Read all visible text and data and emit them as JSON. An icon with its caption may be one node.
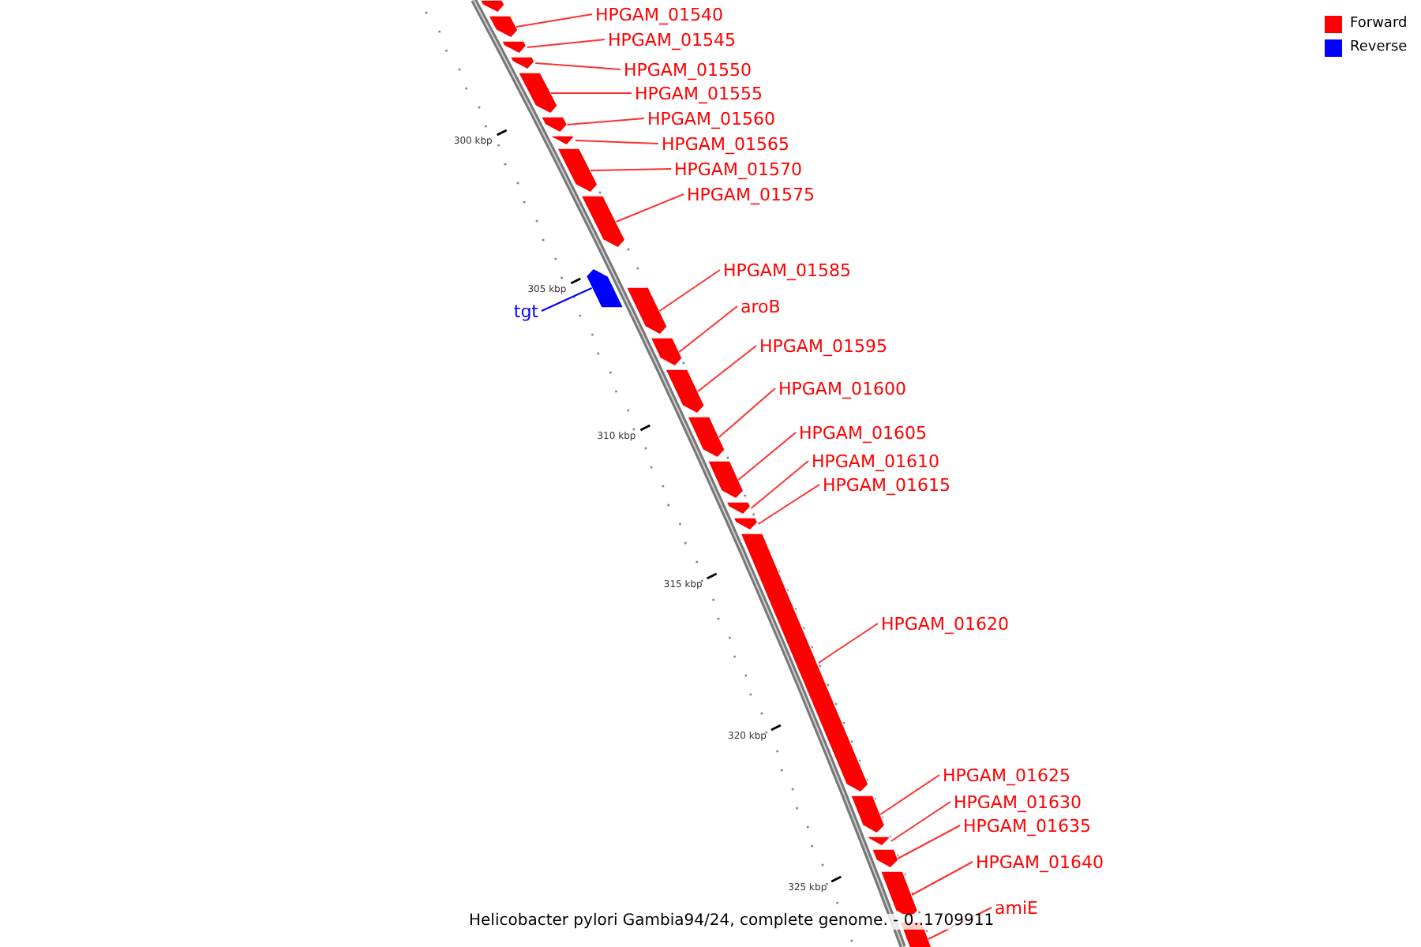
{
  "diagram": {
    "caption": "Helicobacter pylori Gambia94/24, complete genome. - 0..1709911",
    "nodes": [
      {
        "text": [
          "HPGAM_01540"
        ]
      },
      {
        "text": [
          "HPGAM_01545"
        ]
      },
      {
        "text": [
          "HPGAM_01550"
        ]
      },
      {
        "text": [
          "HPGAM_01555"
        ]
      },
      {
        "text": [
          "HPGAM_01560"
        ]
      },
      {
        "text": [
          "HPGAM_01565"
        ]
      },
      {
        "text": [
          "HPGAM_01570"
        ]
      },
      {
        "text": [
          "HPGAM_01575"
        ]
      },
      {
        "text": [
          "HPGAM_01585"
        ]
      },
      {
        "text": [
          "aroB"
        ]
      },
      {
        "text": [
          "tgt"
        ]
      },
      {
        "text": [
          "HPGAM_01595"
        ]
      },
      {
        "text": [
          "HPGAM_01600"
        ]
      },
      {
        "text": [
          "HPGAM_01605"
        ]
      },
      {
        "text": [
          "HPGAM_01610"
        ]
      },
      {
        "text": [
          "HPGAM_01615"
        ]
      },
      {
        "text": [
          "HPGAM_01620"
        ]
      },
      {
        "text": [
          "HPGAM_01625"
        ]
      },
      {
        "text": [
          "HPGAM_01630"
        ]
      },
      {
        "text": [
          "HPGAM_01635"
        ]
      },
      {
        "text": [
          "HPGAM_01640"
        ]
      },
      {
        "text": [
          "amiE"
        ]
      },
      {
        "text": [],
        "shape": "box"
      },
      {
        "text": [],
        "shape": "box"
      },
      {
        "text": [],
        "shape": "box"
      },
      {
        "text": [],
        "shape": "box"
      },
      {
        "text": [],
        "shape": "box"
      },
      {
        "text": [],
        "shape": "box"
      },
      {
        "text": [],
        "shape": "box"
      },
      {
        "text": [],
        "shape": "box"
      },
      {
        "text": [],
        "shape": "box"
      },
      {
        "text": [],
        "shape": "box"
      },
      {
        "text": [],
        "shape": "box"
      },
      {
        "text": [],
        "shape": "box"
      },
      {
        "text": [],
        "shape": "box"
      },
      {
        "text": [],
        "shape": "box"
      },
      {
        "text": [],
        "shape": "box"
      },
      {
        "text": [],
        "shape": "box"
      },
      {
        "text": [],
        "shape": "box"
      },
      {
        "text": [],
        "shape": "box"
      },
      {
        "text": [],
        "shape": "box"
      },
      {
        "text": [],
        "shape": "box"
      },
      {
        "text": [],
        "shape": "box"
      },
      {
        "text": [],
        "shape": "box"
      },
      {
        "text": [],
        "shape": "box"
      }
    ],
    "edges": [
      {
        "from": 0,
        "to": 23,
        "arrow": "none"
      },
      {
        "from": 1,
        "to": 24,
        "arrow": "none"
      },
      {
        "from": 2,
        "to": 25,
        "arrow": "none"
      },
      {
        "from": 3,
        "to": 26,
        "arrow": "none"
      },
      {
        "from": 4,
        "to": 27,
        "arrow": "none"
      },
      {
        "from": 5,
        "to": 28,
        "arrow": "none"
      },
      {
        "from": 6,
        "to": 29,
        "arrow": "none"
      },
      {
        "from": 7,
        "to": 30,
        "arrow": "none"
      },
      {
        "from": 8,
        "to": 32,
        "arrow": "none"
      },
      {
        "from": 9,
        "to": 33,
        "arrow": "none"
      },
      {
        "from": 10,
        "to": 31,
        "arrow": "none",
        "color": "#0000ff"
      },
      {
        "from": 11,
        "to": 34,
        "arrow": "none"
      },
      {
        "from": 12,
        "to": 35,
        "arrow": "none"
      },
      {
        "from": 13,
        "to": 36,
        "arrow": "none"
      },
      {
        "from": 14,
        "to": 37,
        "arrow": "none"
      },
      {
        "from": 15,
        "to": 38,
        "arrow": "none"
      },
      {
        "from": 16,
        "to": 39,
        "arrow": "none"
      },
      {
        "from": 17,
        "to": 40,
        "arrow": "none"
      },
      {
        "from": 18,
        "to": 41,
        "arrow": "none"
      },
      {
        "from": 19,
        "to": 42,
        "arrow": "none"
      },
      {
        "from": 20,
        "to": 43,
        "arrow": "none"
      },
      {
        "from": 21,
        "to": 44,
        "arrow": "none"
      }
    ],
    "labels": [
      "300 kbp",
      "305 kbp",
      "310 kbp",
      "315 kbp",
      "320 kbp",
      "325 kbp"
    ],
    "legend": [
      {
        "text": "Forward",
        "color": "#ff0000"
      },
      {
        "text": "Reverse",
        "color": "#0000ff"
      }
    ]
  }
}
